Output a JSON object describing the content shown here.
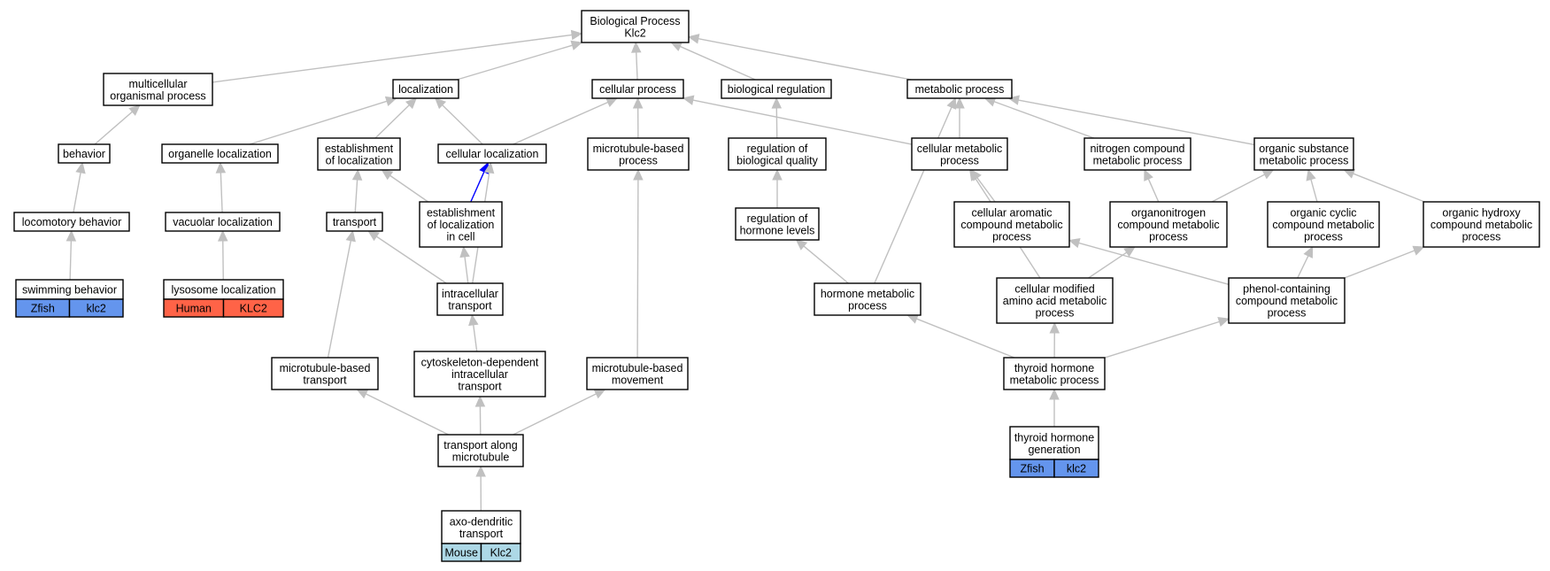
{
  "graph": {
    "title_lines": [
      "Biological Process",
      "Klc2"
    ],
    "nodes": [
      {
        "id": "root",
        "lines": [
          "Biological Process",
          "Klc2"
        ]
      },
      {
        "id": "multicellular",
        "lines": [
          "multicellular",
          "organismal process"
        ]
      },
      {
        "id": "localization",
        "lines": [
          "localization"
        ]
      },
      {
        "id": "cellular_process",
        "lines": [
          "cellular process"
        ]
      },
      {
        "id": "bio_regulation",
        "lines": [
          "biological regulation"
        ]
      },
      {
        "id": "metabolic",
        "lines": [
          "metabolic process"
        ]
      },
      {
        "id": "behavior",
        "lines": [
          "behavior"
        ]
      },
      {
        "id": "organelle_loc",
        "lines": [
          "organelle localization"
        ]
      },
      {
        "id": "establish_loc",
        "lines": [
          "establishment",
          "of localization"
        ]
      },
      {
        "id": "cellular_loc",
        "lines": [
          "cellular localization"
        ]
      },
      {
        "id": "mt_process",
        "lines": [
          "microtubule-based",
          "process"
        ]
      },
      {
        "id": "reg_quality",
        "lines": [
          "regulation of",
          "biological quality"
        ]
      },
      {
        "id": "cell_metabolic",
        "lines": [
          "cellular metabolic",
          "process"
        ]
      },
      {
        "id": "nitrogen",
        "lines": [
          "nitrogen compound",
          "metabolic process"
        ]
      },
      {
        "id": "organic_subst",
        "lines": [
          "organic substance",
          "metabolic process"
        ]
      },
      {
        "id": "locomotory",
        "lines": [
          "locomotory behavior"
        ]
      },
      {
        "id": "vacuolar",
        "lines": [
          "vacuolar localization"
        ]
      },
      {
        "id": "transport",
        "lines": [
          "transport"
        ]
      },
      {
        "id": "establish_cell",
        "lines": [
          "establishment",
          "of localization",
          "in cell"
        ]
      },
      {
        "id": "reg_hormone",
        "lines": [
          "regulation of",
          "hormone levels"
        ]
      },
      {
        "id": "cell_aromatic",
        "lines": [
          "cellular aromatic",
          "compound metabolic",
          "process"
        ]
      },
      {
        "id": "organonitrogen",
        "lines": [
          "organonitrogen",
          "compound metabolic",
          "process"
        ]
      },
      {
        "id": "organic_cyclic",
        "lines": [
          "organic cyclic",
          "compound metabolic",
          "process"
        ]
      },
      {
        "id": "organic_hydroxy",
        "lines": [
          "organic hydroxy",
          "compound metabolic",
          "process"
        ]
      },
      {
        "id": "intracellular",
        "lines": [
          "intracellular",
          "transport"
        ]
      },
      {
        "id": "hormone_met",
        "lines": [
          "hormone metabolic",
          "process"
        ]
      },
      {
        "id": "cell_modified",
        "lines": [
          "cellular modified",
          "amino acid metabolic",
          "process"
        ]
      },
      {
        "id": "phenol",
        "lines": [
          "phenol-containing",
          "compound metabolic",
          "process"
        ]
      },
      {
        "id": "mt_transport",
        "lines": [
          "microtubule-based",
          "transport"
        ]
      },
      {
        "id": "cyto_dep",
        "lines": [
          "cytoskeleton-dependent",
          "intracellular",
          "transport"
        ]
      },
      {
        "id": "mt_movement",
        "lines": [
          "microtubule-based",
          "movement"
        ]
      },
      {
        "id": "thyroid_met",
        "lines": [
          "thyroid hormone",
          "metabolic process"
        ]
      },
      {
        "id": "along_mt",
        "lines": [
          "transport along",
          "microtubule"
        ]
      }
    ],
    "annotated_leaves": [
      {
        "id": "swimming",
        "lines": [
          "swimming behavior"
        ],
        "species": "Zfish",
        "gene": "klc2",
        "color": "#6495ed"
      },
      {
        "id": "lysosome",
        "lines": [
          "lysosome localization"
        ],
        "species": "Human",
        "gene": "KLC2",
        "color": "#ff6347"
      },
      {
        "id": "thyroid_gen",
        "lines": [
          "thyroid hormone",
          "generation"
        ],
        "species": "Zfish",
        "gene": "klc2",
        "color": "#6495ed"
      },
      {
        "id": "axo",
        "lines": [
          "axo-dendritic",
          "transport"
        ],
        "species": "Mouse",
        "gene": "Klc2",
        "color": "#add8e6"
      }
    ],
    "edges": [
      [
        "multicellular",
        "root"
      ],
      [
        "localization",
        "root"
      ],
      [
        "cellular_process",
        "root"
      ],
      [
        "bio_regulation",
        "root"
      ],
      [
        "metabolic",
        "root"
      ],
      [
        "behavior",
        "multicellular"
      ],
      [
        "locomotory",
        "behavior"
      ],
      [
        "swimming",
        "locomotory"
      ],
      [
        "organelle_loc",
        "localization"
      ],
      [
        "establish_loc",
        "localization"
      ],
      [
        "cellular_loc",
        "localization"
      ],
      [
        "cellular_loc",
        "cellular_process"
      ],
      [
        "vacuolar",
        "organelle_loc"
      ],
      [
        "lysosome",
        "vacuolar"
      ],
      [
        "transport",
        "establish_loc"
      ],
      [
        "establish_cell",
        "establish_loc"
      ],
      [
        "establish_cell",
        "cellular_loc"
      ],
      [
        "intracellular",
        "transport"
      ],
      [
        "intracellular",
        "establish_cell"
      ],
      [
        "intracellular",
        "cellular_loc"
      ],
      [
        "mt_transport",
        "transport"
      ],
      [
        "cyto_dep",
        "intracellular"
      ],
      [
        "along_mt",
        "mt_transport"
      ],
      [
        "along_mt",
        "cyto_dep"
      ],
      [
        "along_mt",
        "mt_movement"
      ],
      [
        "axo",
        "along_mt"
      ],
      [
        "mt_process",
        "cellular_process"
      ],
      [
        "mt_movement",
        "mt_process"
      ],
      [
        "reg_quality",
        "bio_regulation"
      ],
      [
        "reg_hormone",
        "reg_quality"
      ],
      [
        "hormone_met",
        "reg_hormone"
      ],
      [
        "hormone_met",
        "metabolic"
      ],
      [
        "cell_metabolic",
        "cellular_process"
      ],
      [
        "cell_metabolic",
        "metabolic"
      ],
      [
        "nitrogen",
        "metabolic"
      ],
      [
        "organic_subst",
        "metabolic"
      ],
      [
        "cell_aromatic",
        "cell_metabolic"
      ],
      [
        "cell_modified",
        "cell_metabolic"
      ],
      [
        "organonitrogen",
        "nitrogen"
      ],
      [
        "organonitrogen",
        "organic_subst"
      ],
      [
        "organic_cyclic",
        "organic_subst"
      ],
      [
        "organic_hydroxy",
        "organic_subst"
      ],
      [
        "cell_modified",
        "organonitrogen"
      ],
      [
        "phenol",
        "cell_aromatic"
      ],
      [
        "phenol",
        "organic_cyclic"
      ],
      [
        "phenol",
        "organic_hydroxy"
      ],
      [
        "thyroid_met",
        "hormone_met"
      ],
      [
        "thyroid_met",
        "cell_modified"
      ],
      [
        "thyroid_met",
        "phenol"
      ],
      [
        "thyroid_gen",
        "thyroid_met"
      ]
    ],
    "highlight_edge": [
      "establish_cell",
      "cellular_loc"
    ],
    "highlight_color": "#0000ff",
    "edge_color": "#c0c0c0"
  }
}
